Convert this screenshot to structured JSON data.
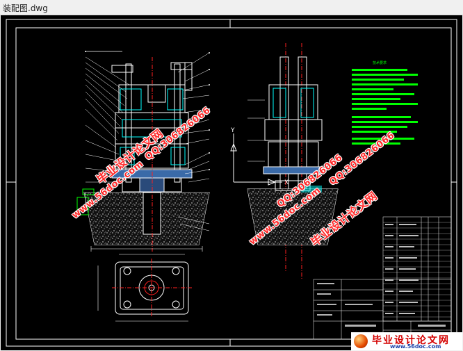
{
  "window": {
    "title": "装配图.dwg"
  },
  "watermarks": [
    {
      "text": "毕业设计论文网"
    },
    {
      "text": "www.56doc.com"
    },
    {
      "text": "QQ:306826066"
    },
    {
      "text": "www.56doc.com"
    },
    {
      "text": "QQ:306826066"
    },
    {
      "text": "毕业设计论文网"
    },
    {
      "text": "QQ:306826066"
    }
  ],
  "technical_requirements": {
    "heading": "技术要求"
  },
  "axis_labels": {
    "y": "Y",
    "x": "X"
  },
  "footer": {
    "brand": "毕业设计论文网",
    "url": "www.56doc.com"
  },
  "colors": {
    "background": "#000000",
    "geometry": "#ffffff",
    "centerline": "#ff2020",
    "notes": "#00ff00",
    "parts": "#00ffff",
    "watermark": "#ff2a2a"
  }
}
